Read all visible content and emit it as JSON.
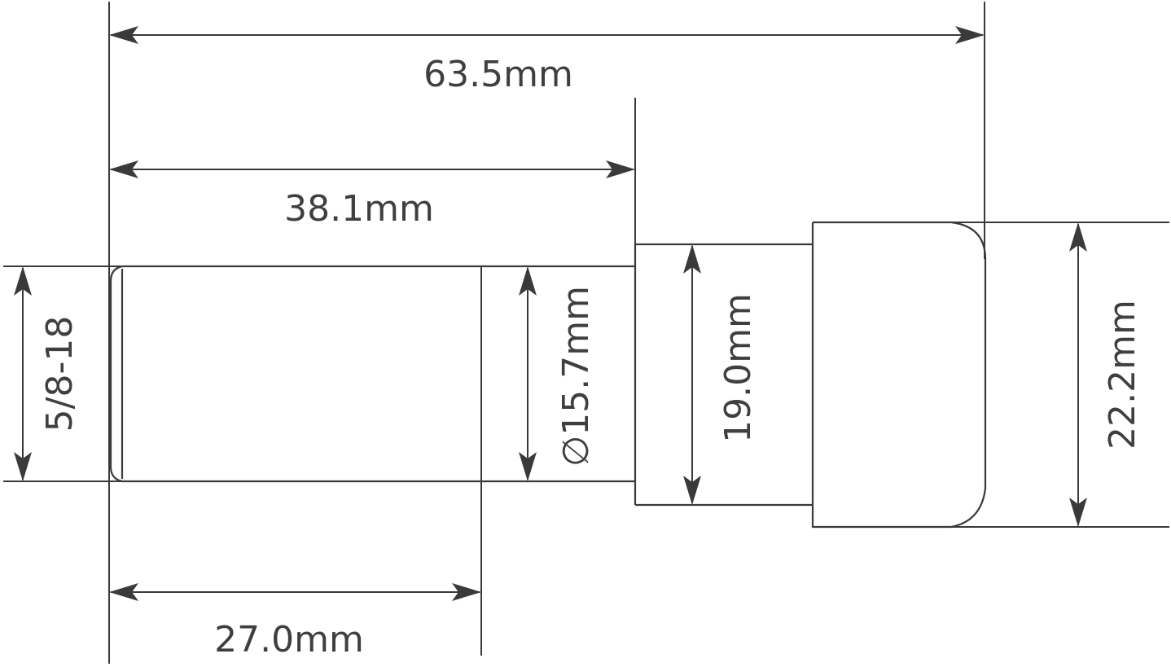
{
  "dimensions": {
    "overall_length": "63.5mm",
    "thread_section_length": "38.1mm",
    "thread_length": "27.0mm",
    "thread_size": "5/8-18",
    "thread_diameter": "∅15.7mm",
    "collar_diameter": "19.0mm",
    "head_diameter": "22.2mm"
  },
  "colors": {
    "ink": "#3a3a3a",
    "background": "#ffffff"
  }
}
